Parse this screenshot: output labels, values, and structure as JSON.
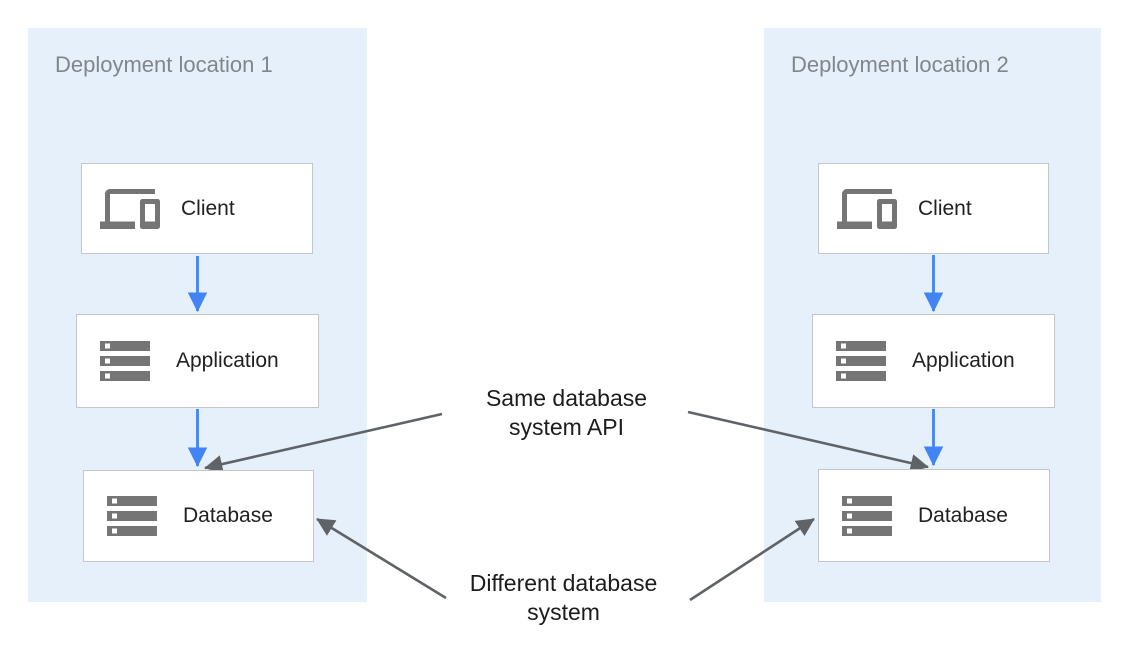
{
  "diagram": {
    "panels": [
      {
        "title": "Deployment location 1",
        "nodes": [
          {
            "label": "Client",
            "icon": "devices-icon"
          },
          {
            "label": "Application",
            "icon": "server-stack-icon"
          },
          {
            "label": "Database",
            "icon": "server-stack-icon"
          }
        ]
      },
      {
        "title": "Deployment location 2",
        "nodes": [
          {
            "label": "Client",
            "icon": "devices-icon"
          },
          {
            "label": "Application",
            "icon": "server-stack-icon"
          },
          {
            "label": "Database",
            "icon": "server-stack-icon"
          }
        ]
      }
    ],
    "annotations": [
      {
        "line1": "Same database",
        "line2": "system API"
      },
      {
        "line1": "Different database",
        "line2": "system"
      }
    ]
  },
  "colors": {
    "panel-bg": "#e5f0fa",
    "flow-arrow": "#4284f3",
    "note-arrow": "#5f6368",
    "panel-title": "#80868b",
    "node-border": "#c3c7ca",
    "node-label": "#212121",
    "icon-gray": "#757575",
    "annotation-text": "#1c1c1c"
  }
}
